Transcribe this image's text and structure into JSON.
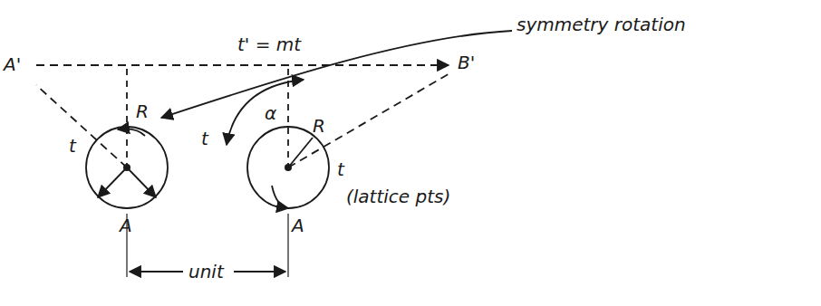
{
  "diagram": {
    "labels": [
      "symmetry rotation",
      "A'",
      "t' = mt",
      "B'",
      "t",
      "R",
      "α",
      "R",
      "t",
      "t",
      "A",
      "A",
      "(lattice pts)",
      "unit"
    ]
  }
}
